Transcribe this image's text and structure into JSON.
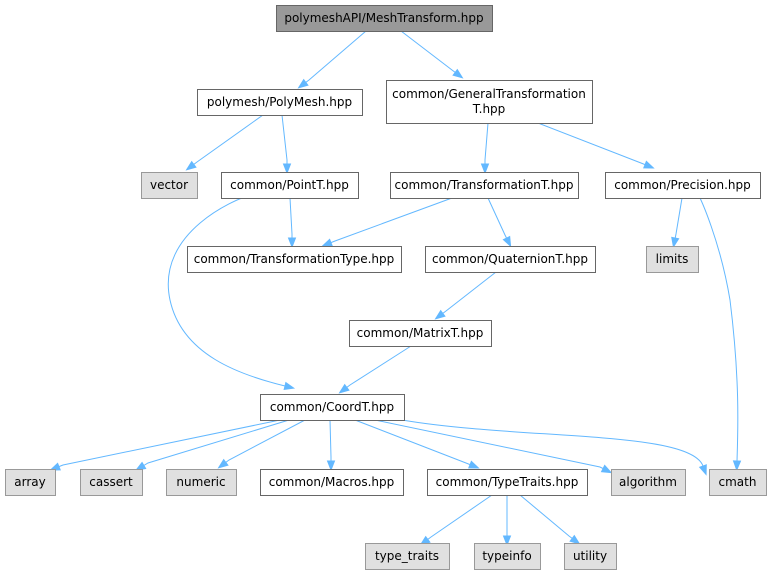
{
  "title": "polymeshAPI/MeshTransform.hpp",
  "colors": {
    "root_fill": "#999999",
    "root_border": "#666666",
    "header_fill": "#ffffff",
    "header_border": "#666666",
    "system_fill": "#e0e0e0",
    "system_border": "#999999",
    "edge": "#63b8ff"
  },
  "nodes": [
    {
      "id": "root",
      "label": "polymeshAPI/MeshTransform.hpp",
      "kind": "root"
    },
    {
      "id": "polymesh",
      "label": "polymesh/PolyMesh.hpp",
      "kind": "header"
    },
    {
      "id": "gentrans",
      "label": "common/GeneralTransformation\nT.hpp",
      "kind": "header"
    },
    {
      "id": "vector",
      "label": "vector",
      "kind": "system"
    },
    {
      "id": "pointt",
      "label": "common/PointT.hpp",
      "kind": "header"
    },
    {
      "id": "transt",
      "label": "common/TransformationT.hpp",
      "kind": "header"
    },
    {
      "id": "precision",
      "label": "common/Precision.hpp",
      "kind": "header"
    },
    {
      "id": "transtype",
      "label": "common/TransformationType.hpp",
      "kind": "header"
    },
    {
      "id": "quat",
      "label": "common/QuaternionT.hpp",
      "kind": "header"
    },
    {
      "id": "limits",
      "label": "limits",
      "kind": "system"
    },
    {
      "id": "matrixt",
      "label": "common/MatrixT.hpp",
      "kind": "header"
    },
    {
      "id": "coordt",
      "label": "common/CoordT.hpp",
      "kind": "header"
    },
    {
      "id": "array",
      "label": "array",
      "kind": "system"
    },
    {
      "id": "cassert",
      "label": "cassert",
      "kind": "system"
    },
    {
      "id": "numeric",
      "label": "numeric",
      "kind": "system"
    },
    {
      "id": "macros",
      "label": "common/Macros.hpp",
      "kind": "header"
    },
    {
      "id": "typetraits",
      "label": "common/TypeTraits.hpp",
      "kind": "header"
    },
    {
      "id": "algorithm",
      "label": "algorithm",
      "kind": "system"
    },
    {
      "id": "cmath",
      "label": "cmath",
      "kind": "system"
    },
    {
      "id": "type_traits",
      "label": "type_traits",
      "kind": "system"
    },
    {
      "id": "typeinfo",
      "label": "typeinfo",
      "kind": "system"
    },
    {
      "id": "utility",
      "label": "utility",
      "kind": "system"
    }
  ],
  "edges": [
    {
      "from": "root",
      "to": "polymesh"
    },
    {
      "from": "root",
      "to": "gentrans"
    },
    {
      "from": "polymesh",
      "to": "vector"
    },
    {
      "from": "polymesh",
      "to": "pointt"
    },
    {
      "from": "gentrans",
      "to": "transt"
    },
    {
      "from": "gentrans",
      "to": "precision"
    },
    {
      "from": "pointt",
      "to": "transtype"
    },
    {
      "from": "pointt",
      "to": "coordt"
    },
    {
      "from": "transt",
      "to": "transtype"
    },
    {
      "from": "transt",
      "to": "quat"
    },
    {
      "from": "precision",
      "to": "limits"
    },
    {
      "from": "precision",
      "to": "cmath"
    },
    {
      "from": "quat",
      "to": "matrixt"
    },
    {
      "from": "matrixt",
      "to": "coordt"
    },
    {
      "from": "coordt",
      "to": "array"
    },
    {
      "from": "coordt",
      "to": "cassert"
    },
    {
      "from": "coordt",
      "to": "numeric"
    },
    {
      "from": "coordt",
      "to": "macros"
    },
    {
      "from": "coordt",
      "to": "typetraits"
    },
    {
      "from": "coordt",
      "to": "algorithm"
    },
    {
      "from": "coordt",
      "to": "cmath"
    },
    {
      "from": "typetraits",
      "to": "type_traits"
    },
    {
      "from": "typetraits",
      "to": "typeinfo"
    },
    {
      "from": "typetraits",
      "to": "utility"
    }
  ]
}
